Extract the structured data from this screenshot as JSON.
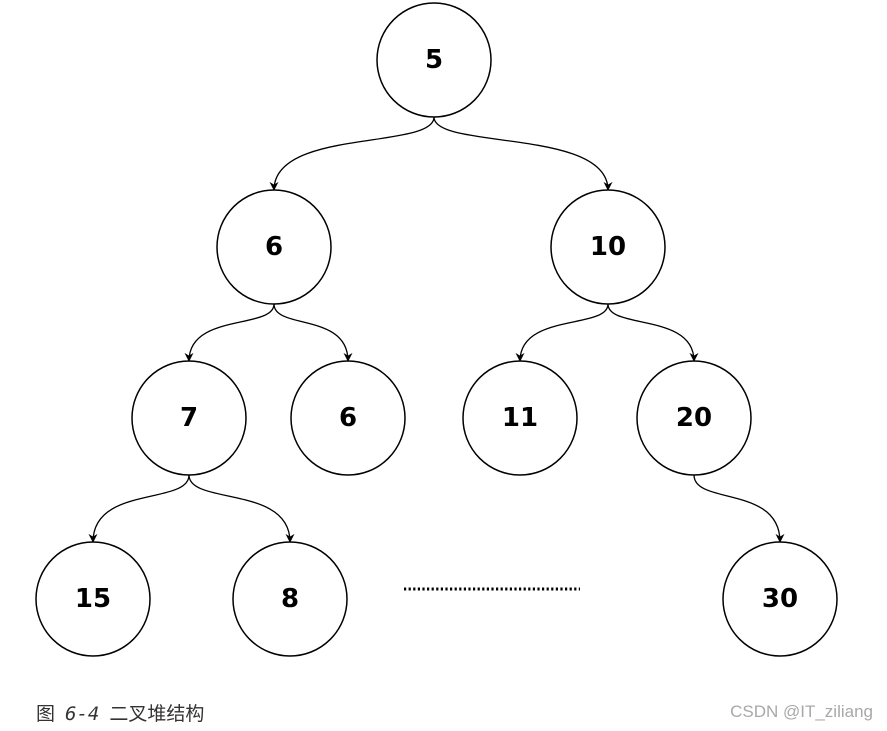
{
  "tree": {
    "nodes": [
      {
        "id": "n-root",
        "label": "5"
      },
      {
        "id": "n-l",
        "label": "6"
      },
      {
        "id": "n-r",
        "label": "10"
      },
      {
        "id": "n-ll",
        "label": "7"
      },
      {
        "id": "n-lr",
        "label": "6"
      },
      {
        "id": "n-rl",
        "label": "11"
      },
      {
        "id": "n-rr",
        "label": "20"
      },
      {
        "id": "n-lll",
        "label": "15"
      },
      {
        "id": "n-llr",
        "label": "8"
      },
      {
        "id": "n-rrr",
        "label": "30"
      }
    ],
    "edges": [
      {
        "from": "n-root",
        "to": "n-l"
      },
      {
        "from": "n-root",
        "to": "n-r"
      },
      {
        "from": "n-l",
        "to": "n-ll"
      },
      {
        "from": "n-l",
        "to": "n-lr"
      },
      {
        "from": "n-r",
        "to": "n-rl"
      },
      {
        "from": "n-r",
        "to": "n-rr"
      },
      {
        "from": "n-ll",
        "to": "n-lll"
      },
      {
        "from": "n-ll",
        "to": "n-llr"
      },
      {
        "from": "n-rr",
        "to": "n-rrr"
      }
    ]
  },
  "caption": {
    "prefix": "图",
    "number": "6-4",
    "title": "二叉堆结构"
  },
  "watermark": "CSDN @IT_ziliang"
}
